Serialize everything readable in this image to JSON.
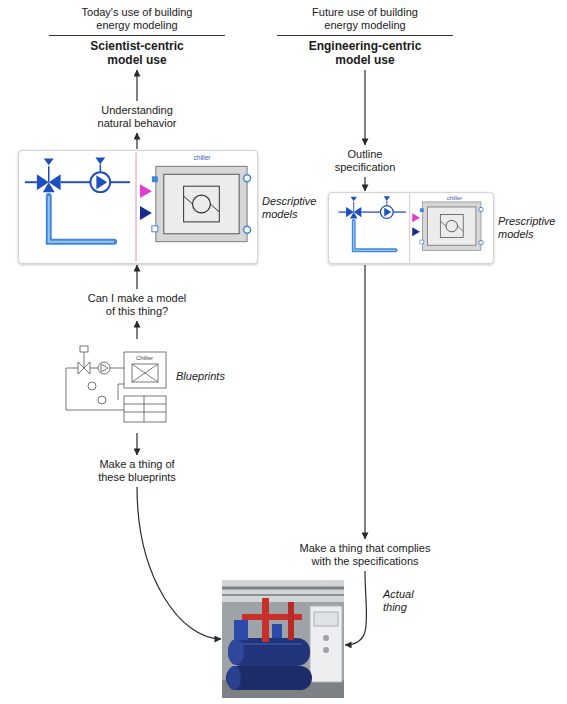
{
  "diagram": {
    "nodes": [
      {
        "text": [
          "Today's use of building energy modeling",
          "Scientist-centric model use"
        ]
      },
      {
        "text": [
          "Future use of building energy modeling",
          "Engineering-centric model use"
        ]
      },
      {
        "text": [
          "Understanding natural behavior"
        ]
      },
      {
        "text": [
          "Outline specification"
        ]
      },
      {
        "text": [
          "Descriptive models"
        ]
      },
      {
        "text": [
          "Prescriptive models"
        ]
      },
      {
        "text": [
          "Can I make a model of this thing?"
        ]
      },
      {
        "text": [
          "Blueprints"
        ]
      },
      {
        "text": [
          "Make a thing of these blueprints"
        ]
      },
      {
        "text": [
          "Make a thing that complies with the specifications"
        ]
      },
      {
        "text": [
          "Actual thing"
        ]
      }
    ],
    "edges": [
      {
        "from": 2,
        "to": 0,
        "arrow": "to"
      },
      {
        "from": 4,
        "to": 2,
        "arrow": "to"
      },
      {
        "from": 6,
        "to": 4,
        "arrow": "to"
      },
      {
        "from": 7,
        "to": 6,
        "arrow": "to"
      },
      {
        "from": 7,
        "to": 8,
        "arrow": "to"
      },
      {
        "from": 8,
        "to": 10,
        "arrow": "to"
      },
      {
        "from": 1,
        "to": 3,
        "arrow": "to"
      },
      {
        "from": 3,
        "to": 5,
        "arrow": "to"
      },
      {
        "from": 5,
        "to": 9,
        "arrow": "to"
      },
      {
        "from": 9,
        "to": 10,
        "arrow": "to"
      }
    ],
    "labels": [
      "chiller",
      "chiller",
      "Chiller"
    ]
  }
}
